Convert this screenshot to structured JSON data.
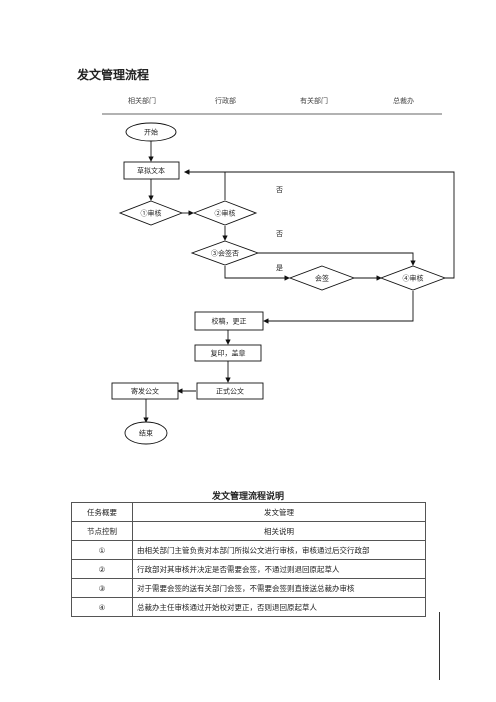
{
  "title": "发文管理流程",
  "lanes": [
    "相关部门",
    "行政部",
    "有关部门",
    "总裁办"
  ],
  "nodes": {
    "start": "开始",
    "draft": "草拟文本",
    "review1": "①审核",
    "review2": "②审核",
    "countersign_q": "③会签否",
    "countersign": "会签",
    "review4": "④审核",
    "proofread": "校稿，更正",
    "print": "复印，盖章",
    "official": "正式公文",
    "send": "寄发公文",
    "end": "结束"
  },
  "edge_labels": {
    "no1": "否",
    "no2": "否",
    "yes": "是"
  },
  "table": {
    "caption": "发文管理流程说明",
    "overview_label": "任务概要",
    "overview_value": "发文管理",
    "control_label": "节点控制",
    "control_value": "相关说明",
    "rows": [
      {
        "node": "①",
        "desc": "由相关部门主管负责对本部门所拟公文进行审核，审核通过后交行政部"
      },
      {
        "node": "②",
        "desc": "行政部对其审核并决定是否需要会签，不通过则退回原起草人"
      },
      {
        "node": "③",
        "desc": "对于需要会签的送有关部门会签，不需要会签则直接送总裁办审核"
      },
      {
        "node": "④",
        "desc": "总裁办主任审核通过开始校对更正，否则退回原起草人"
      }
    ]
  }
}
